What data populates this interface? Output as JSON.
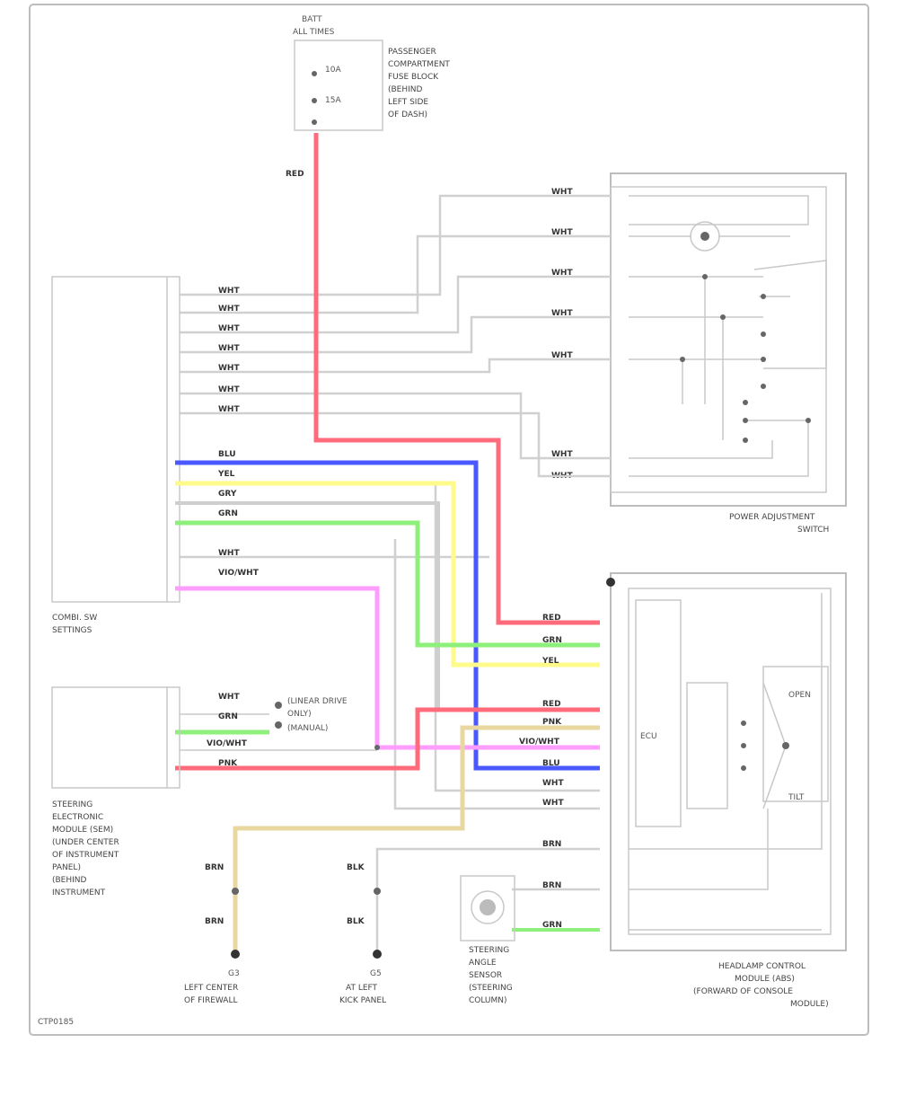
{
  "colors": {
    "border": "#bdbdbd",
    "red": "#ff6b7a",
    "blue": "#4a58ff",
    "yellow": "#fffb8a",
    "green": "#8df07a",
    "pink": "#ff9cff",
    "tan": "#e8d8a0",
    "gray": "#cfcfcf"
  },
  "fuse": {
    "head": "BATT",
    "sub": "ALL TIMES",
    "amps_top": "10A",
    "amps_bottom": "15A",
    "desc": [
      "PASSENGER",
      "COMPARTMENT",
      "FUSE BLOCK",
      "(BEHIND",
      "LEFT SIDE",
      "OF DASH)"
    ],
    "wire": "RED"
  },
  "combo_switch": {
    "caption": [
      "COMBI. SW",
      "SETTINGS"
    ],
    "left_labels": [
      "WHT",
      "WHT",
      "WHT",
      "WHT",
      "WHT",
      "WHT",
      "WHT"
    ],
    "bus_labels": [
      "BLU",
      "YEL",
      "GRY",
      "GRN"
    ],
    "extra_labels": [
      "WHT",
      "VIO/WHT"
    ]
  },
  "steering_module": {
    "caption": [
      "STEERING",
      "ELECTRONIC",
      "MODULE (SEM)",
      "(UNDER CENTER",
      "OF INSTRUMENT",
      "PANEL)",
      "(BEHIND",
      "INSTRUMENT"
    ],
    "labels": [
      "WHT",
      "GRN",
      "VIO/WHT",
      "PNK"
    ],
    "notes": [
      "(LINEAR DRIVE",
      "ONLY)",
      "(MANUAL)"
    ]
  },
  "power_switch": {
    "caption": [
      "POWER ADJUSTMENT",
      "SWITCH"
    ],
    "labels": [
      "WHT",
      "WHT",
      "WHT",
      "WHT",
      "WHT",
      "WHT",
      "WHT"
    ]
  },
  "ecu": {
    "caption": [
      "HEADLAMP CONTROL",
      "MODULE (ABS)",
      "(FORWARD OF CONSOLE",
      "MODULE)"
    ],
    "inner": "ECU",
    "input_labels": [
      "RED",
      "GRN",
      "YEL",
      "RED",
      "PNK",
      "VIO/WHT",
      "BLU",
      "WHT",
      "WHT"
    ],
    "lower_labels": [
      "BRN",
      "BRN",
      "GRN"
    ],
    "motor_labels": [
      "OPEN",
      "TILT"
    ]
  },
  "ground_left": {
    "wire_top": "BRN",
    "wire_bot": "BRN",
    "id": "G3",
    "caption": [
      "LEFT CENTER",
      "OF FIREWALL"
    ]
  },
  "ground_mid": {
    "wire_top": "BLK",
    "wire_bot": "BLK",
    "id": "G5",
    "caption": [
      "AT LEFT",
      "KICK PANEL"
    ]
  },
  "sensor": {
    "caption": [
      "STEERING",
      "ANGLE",
      "SENSOR",
      "(STEERING",
      "COLUMN)"
    ]
  },
  "footer_code": "CTP0185"
}
